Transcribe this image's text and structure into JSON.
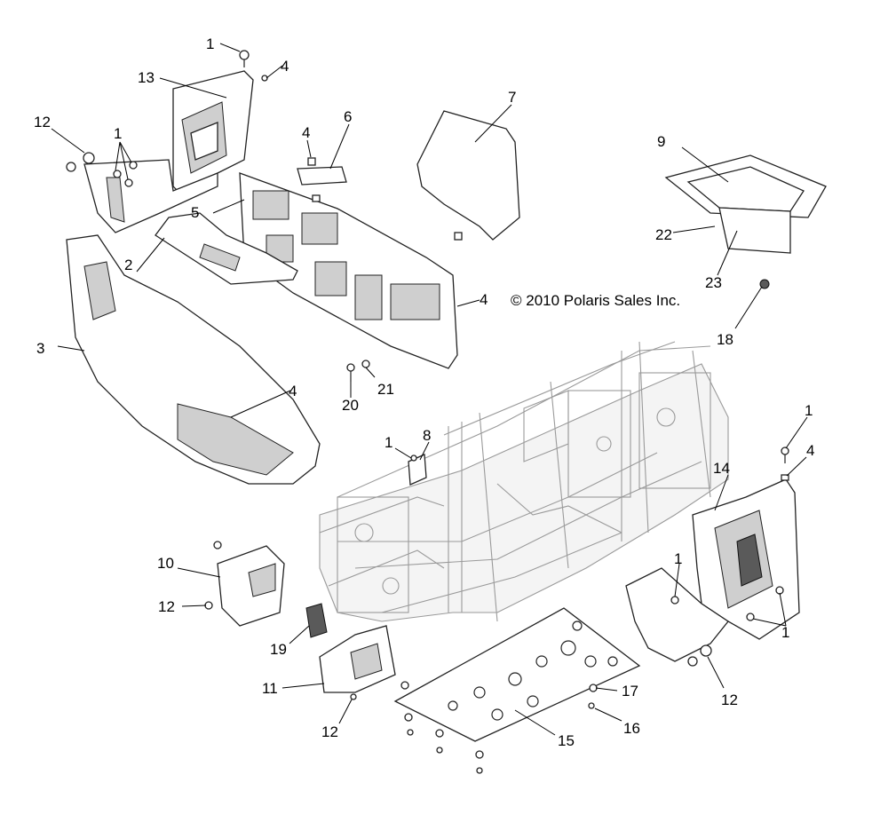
{
  "copyright": "© 2010 Polaris Sales Inc.",
  "callouts": [
    {
      "id": "c1a",
      "text": "1"
    },
    {
      "id": "c4a",
      "text": "4"
    },
    {
      "id": "c13",
      "text": "13"
    },
    {
      "id": "c12a",
      "text": "12"
    },
    {
      "id": "c1b",
      "text": "1"
    },
    {
      "id": "c4b",
      "text": "4"
    },
    {
      "id": "c6",
      "text": "6"
    },
    {
      "id": "c7",
      "text": "7"
    },
    {
      "id": "c9",
      "text": "9"
    },
    {
      "id": "c5",
      "text": "5"
    },
    {
      "id": "c22",
      "text": "22"
    },
    {
      "id": "c23",
      "text": "23"
    },
    {
      "id": "c2",
      "text": "2"
    },
    {
      "id": "c4c",
      "text": "4"
    },
    {
      "id": "c3",
      "text": "3"
    },
    {
      "id": "c18",
      "text": "18"
    },
    {
      "id": "c4d",
      "text": "4"
    },
    {
      "id": "c21",
      "text": "21"
    },
    {
      "id": "c20",
      "text": "20"
    },
    {
      "id": "c1c",
      "text": "1"
    },
    {
      "id": "c1d",
      "text": "1"
    },
    {
      "id": "c8",
      "text": "8"
    },
    {
      "id": "c4e",
      "text": "4"
    },
    {
      "id": "c14",
      "text": "14"
    },
    {
      "id": "c10",
      "text": "10"
    },
    {
      "id": "c1e",
      "text": "1"
    },
    {
      "id": "c12b",
      "text": "12"
    },
    {
      "id": "c19",
      "text": "19"
    },
    {
      "id": "c1f",
      "text": "1"
    },
    {
      "id": "c11",
      "text": "11"
    },
    {
      "id": "c17",
      "text": "17"
    },
    {
      "id": "c12c",
      "text": "12"
    },
    {
      "id": "c12d",
      "text": "12"
    },
    {
      "id": "c16",
      "text": "16"
    },
    {
      "id": "c15",
      "text": "15"
    }
  ]
}
